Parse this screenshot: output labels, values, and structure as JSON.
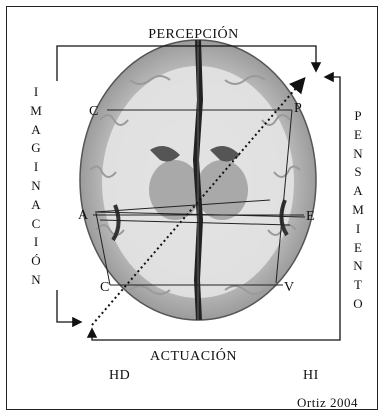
{
  "top_label": "PERCEPCIÓN",
  "bottom_label": "ACTUACIÓN",
  "left_label_letters": [
    "I",
    "M",
    "A",
    "G",
    "I",
    "N",
    "A",
    "C",
    "I",
    "Ó",
    "N"
  ],
  "right_label_letters": [
    "P",
    "E",
    "N",
    "S",
    "A",
    "M",
    "I",
    "E",
    "N",
    "T",
    "O"
  ],
  "points": {
    "c_top": "C",
    "p": "P",
    "a": "A",
    "e": "E",
    "c_bottom": "C",
    "v": "V"
  },
  "hemisphere_left": "HD",
  "hemisphere_right": "HI",
  "credit": "Ortiz 2004"
}
